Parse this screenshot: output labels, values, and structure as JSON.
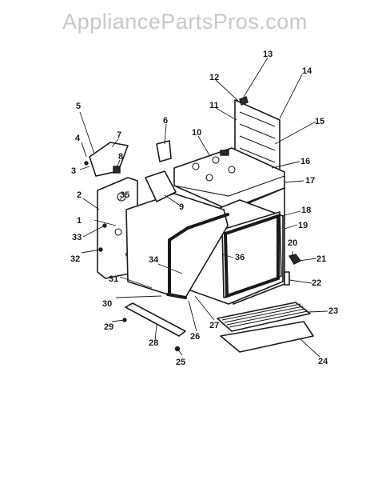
{
  "watermark": "AppliancePartsPros.com",
  "callouts": [
    "1",
    "2",
    "3",
    "4",
    "5",
    "6",
    "7",
    "8",
    "9",
    "10",
    "11",
    "12",
    "13",
    "14",
    "15",
    "16",
    "17",
    "18",
    "19",
    "20",
    "21",
    "22",
    "23",
    "24",
    "25",
    "26",
    "27",
    "28",
    "29",
    "30",
    "31",
    "32",
    "33",
    "34",
    "35",
    "36"
  ]
}
